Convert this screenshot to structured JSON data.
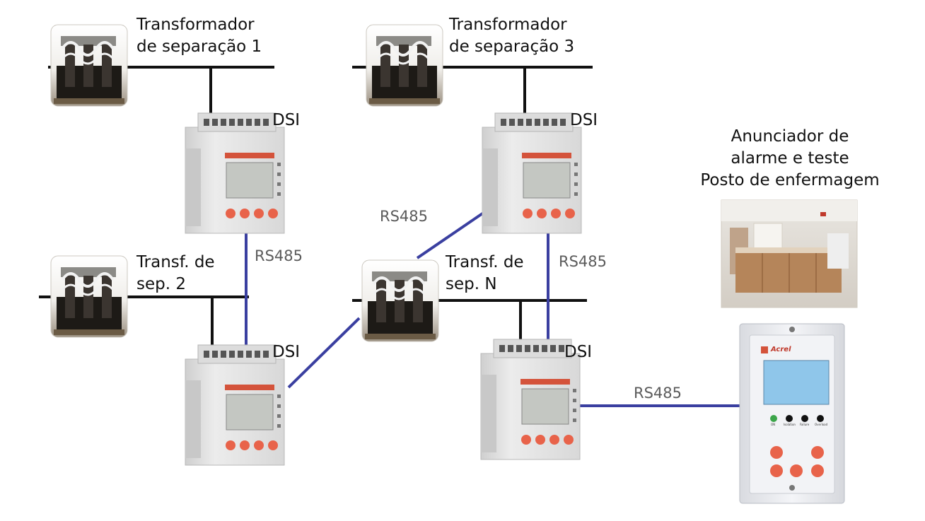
{
  "transformers": [
    {
      "id": "t1",
      "label_line1": "Transformador",
      "label_line2": "de separação 1"
    },
    {
      "id": "t3",
      "label_line1": "Transformador",
      "label_line2": "de separação 3"
    },
    {
      "id": "t2",
      "label_line1": "Transf. de",
      "label_line2": "sep. 2"
    },
    {
      "id": "tn",
      "label_line1": "Transf. de",
      "label_line2": "sep. N"
    }
  ],
  "devices": {
    "dsi_label": "DSI"
  },
  "links": {
    "rs485_label": "RS485"
  },
  "annunciator": {
    "title_line1": "Anunciador de",
    "title_line2": "alarme e teste",
    "subtitle": "Posto de enfermagem",
    "brand": "Acrel",
    "indicator_labels": [
      "ON",
      "Isolation",
      "Failure",
      "Overload"
    ]
  },
  "colors": {
    "bus_line": "#111111",
    "rs485_line": "#3a3fa0",
    "module_body": "#e6e6e6",
    "module_screen": "#c4c7c2",
    "module_button": "#e8634a"
  }
}
